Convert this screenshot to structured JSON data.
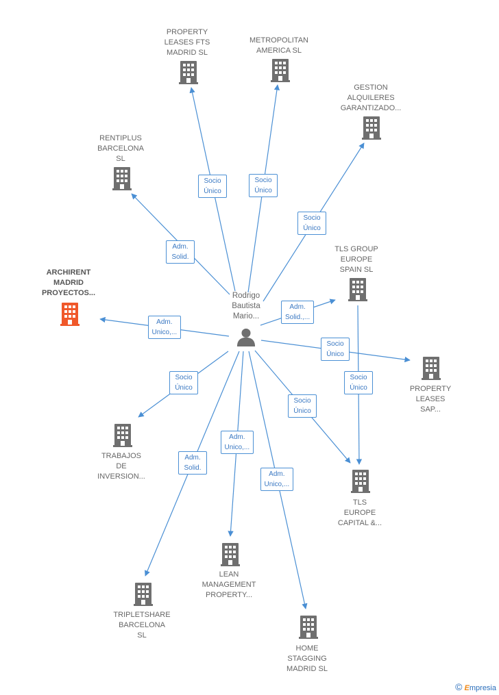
{
  "center": {
    "id": "rodrigo",
    "label": "Rodrigo\nBautista\nMario...",
    "icon": "person-icon"
  },
  "nodes": [
    {
      "id": "property-leases-fts",
      "label": "PROPERTY\nLEASES FTS\nMADRID  SL",
      "icon": "building-icon"
    },
    {
      "id": "metropolitan-america",
      "label": "METROPOLITAN\nAMERICA  SL",
      "icon": "building-icon"
    },
    {
      "id": "gestion-alquileres",
      "label": "GESTION\nALQUILERES\nGARANTIZADO...",
      "icon": "building-icon"
    },
    {
      "id": "rentiplus-barcelona",
      "label": "RENTIPLUS\nBARCELONA\nSL",
      "icon": "building-icon"
    },
    {
      "id": "tls-group-europe",
      "label": "TLS GROUP\nEUROPE\nSPAIN  SL",
      "icon": "building-icon"
    },
    {
      "id": "archirent-madrid",
      "label": "ARCHIRENT\nMADRID\nPROYECTOS...",
      "icon": "building-icon",
      "focus": true
    },
    {
      "id": "property-leases-sap",
      "label": "PROPERTY\nLEASES\nSAP...",
      "icon": "building-icon"
    },
    {
      "id": "trabajos-inversion",
      "label": "TRABAJOS\nDE\nINVERSION...",
      "icon": "building-icon"
    },
    {
      "id": "tls-europe-capital",
      "label": "TLS\nEUROPE\nCAPITAL &...",
      "icon": "building-icon"
    },
    {
      "id": "lean-management",
      "label": "LEAN\nMANAGEMENT\nPROPERTY...",
      "icon": "building-icon"
    },
    {
      "id": "tripletshare-barcelona",
      "label": "TRIPLETSHARE\nBARCELONA\nSL",
      "icon": "building-icon"
    },
    {
      "id": "home-staging",
      "label": "HOME\nSTAGGING\nMADRID  SL",
      "icon": "building-icon"
    }
  ],
  "edges": [
    {
      "from": "rodrigo",
      "to": "property-leases-fts",
      "label": "Socio\nÚnico"
    },
    {
      "from": "rodrigo",
      "to": "metropolitan-america",
      "label": "Socio\nÚnico"
    },
    {
      "from": "rodrigo",
      "to": "gestion-alquileres",
      "label": "Socio\nÚnico"
    },
    {
      "from": "rodrigo",
      "to": "rentiplus-barcelona",
      "label": "Adm.\nSolid."
    },
    {
      "from": "rodrigo",
      "to": "tls-group-europe",
      "label": "Adm.\nSolid.,..."
    },
    {
      "from": "rodrigo",
      "to": "archirent-madrid",
      "label": "Adm.\nUnico,..."
    },
    {
      "from": "rodrigo",
      "to": "property-leases-sap",
      "label": "Socio\nÚnico"
    },
    {
      "from": "tls-group-europe",
      "to": "tls-europe-capital",
      "label": "Socio\nÚnico"
    },
    {
      "from": "rodrigo",
      "to": "trabajos-inversion",
      "label": "Socio\nÚnico"
    },
    {
      "from": "rodrigo",
      "to": "tls-europe-capital",
      "label": "Socio\nÚnico"
    },
    {
      "from": "rodrigo",
      "to": "lean-management",
      "label": "Adm.\nUnico,..."
    },
    {
      "from": "rodrigo",
      "to": "tripletshare-barcelona",
      "label": "Adm.\nSolid."
    },
    {
      "from": "rodrigo",
      "to": "home-staging",
      "label": "Adm.\nUnico,..."
    }
  ],
  "colors": {
    "edge": "#4a8fd4",
    "building": "#6f6f6f",
    "focus": "#f0582a",
    "person": "#6f6f6f"
  },
  "footer": {
    "copyright": "©",
    "brand_initial": "E",
    "brand_rest": "mpresia"
  }
}
